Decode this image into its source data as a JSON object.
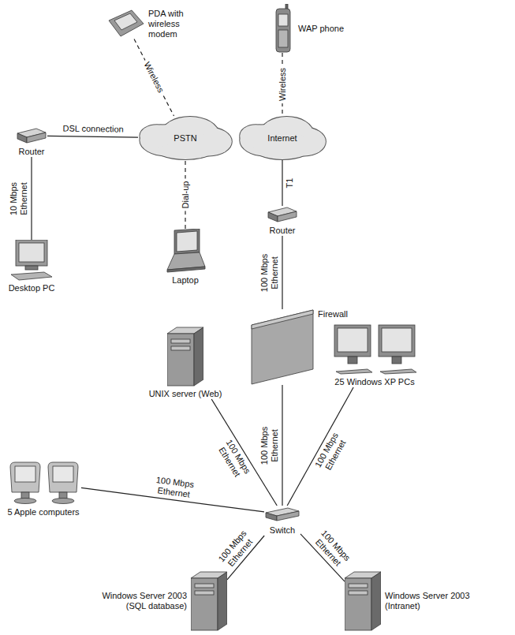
{
  "diagram": {
    "nodes": [
      {
        "text": [
          "PDA with wireless modem"
        ]
      },
      {
        "text": [
          "WAP phone"
        ]
      },
      {
        "text": [
          "Router"
        ]
      },
      {
        "text": [
          "PSTN"
        ]
      },
      {
        "text": [
          "Internet"
        ]
      },
      {
        "text": [
          "Router"
        ]
      },
      {
        "text": [
          "Laptop"
        ]
      },
      {
        "text": [
          "Desktop PC"
        ]
      },
      {
        "text": [
          "Firewall"
        ]
      },
      {
        "text": [
          "UNIX server (Web)"
        ]
      },
      {
        "text": [
          "25 Windows XP PCs"
        ]
      },
      {
        "text": [
          "5 Apple computers"
        ]
      },
      {
        "text": [
          "Switch"
        ]
      },
      {
        "text": [
          "Windows Server 2003 (SQL database)"
        ]
      },
      {
        "text": [
          "Windows Server 2003 (Intranet)"
        ]
      }
    ],
    "edges": [
      {
        "from": 0,
        "to": 3,
        "arrow": "none",
        "label": "Wireless"
      },
      {
        "from": 1,
        "to": 4,
        "arrow": "none",
        "label": "Wireless"
      },
      {
        "from": 2,
        "to": 3,
        "arrow": "none",
        "label": "DSL connection"
      },
      {
        "from": 2,
        "to": 7,
        "arrow": "none",
        "label": "10 Mbps Ethernet"
      },
      {
        "from": 6,
        "to": 3,
        "arrow": "none",
        "label": "Dial-up"
      },
      {
        "from": 4,
        "to": 5,
        "arrow": "none",
        "label": "T1"
      },
      {
        "from": 5,
        "to": 8,
        "arrow": "none",
        "label": "100 Mbps Ethernet"
      },
      {
        "from": 8,
        "to": 12,
        "arrow": "none",
        "label": "100 Mbps Ethernet"
      },
      {
        "from": 9,
        "to": 12,
        "arrow": "none",
        "label": "100 Mbps Ethernet"
      },
      {
        "from": 10,
        "to": 12,
        "arrow": "none",
        "label": "100 Mbps Ethernet"
      },
      {
        "from": 11,
        "to": 12,
        "arrow": "none",
        "label": "100 Mbps Ethernet"
      },
      {
        "from": 13,
        "to": 12,
        "arrow": "none",
        "label": "100 Mbps Ethernet"
      },
      {
        "from": 14,
        "to": 12,
        "arrow": "none",
        "label": "100 Mbps Ethernet"
      }
    ]
  }
}
